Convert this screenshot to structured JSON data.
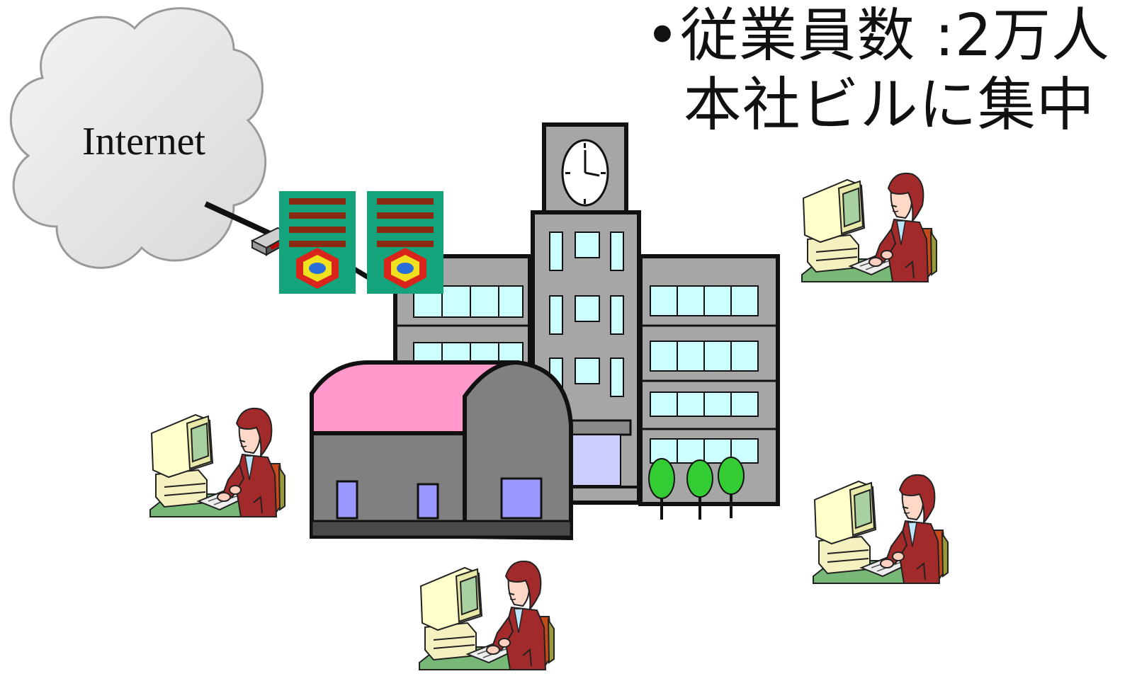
{
  "slide": {
    "title_line1": "•従業員数 :2万人",
    "title_line2": "本社ビルに集中"
  },
  "cloud": {
    "label": "Internet"
  },
  "colors": {
    "background": "#ffffff",
    "cloud_fill": "#e6e6e6",
    "cloud_stroke": "#9a9a9a",
    "firewall_green": "#14a37a",
    "firewall_bar": "#8b2a12",
    "building_gray": "#a6a6a6",
    "window_cyan": "#ccffff",
    "annex_roof_pink": "#ff99cc",
    "annex_wall_gray": "#808080",
    "door_lavender": "#9999ff",
    "tree_green": "#33cc33",
    "suit_maroon": "#a32a2a",
    "monitor_cream": "#ffffcc",
    "desk_green": "#66aa66"
  },
  "icons": [
    "internet-cloud-icon",
    "router-icon",
    "firewall-icon",
    "headquarters-building-icon",
    "clock-icon",
    "tree-icon",
    "office-worker-icon"
  ]
}
